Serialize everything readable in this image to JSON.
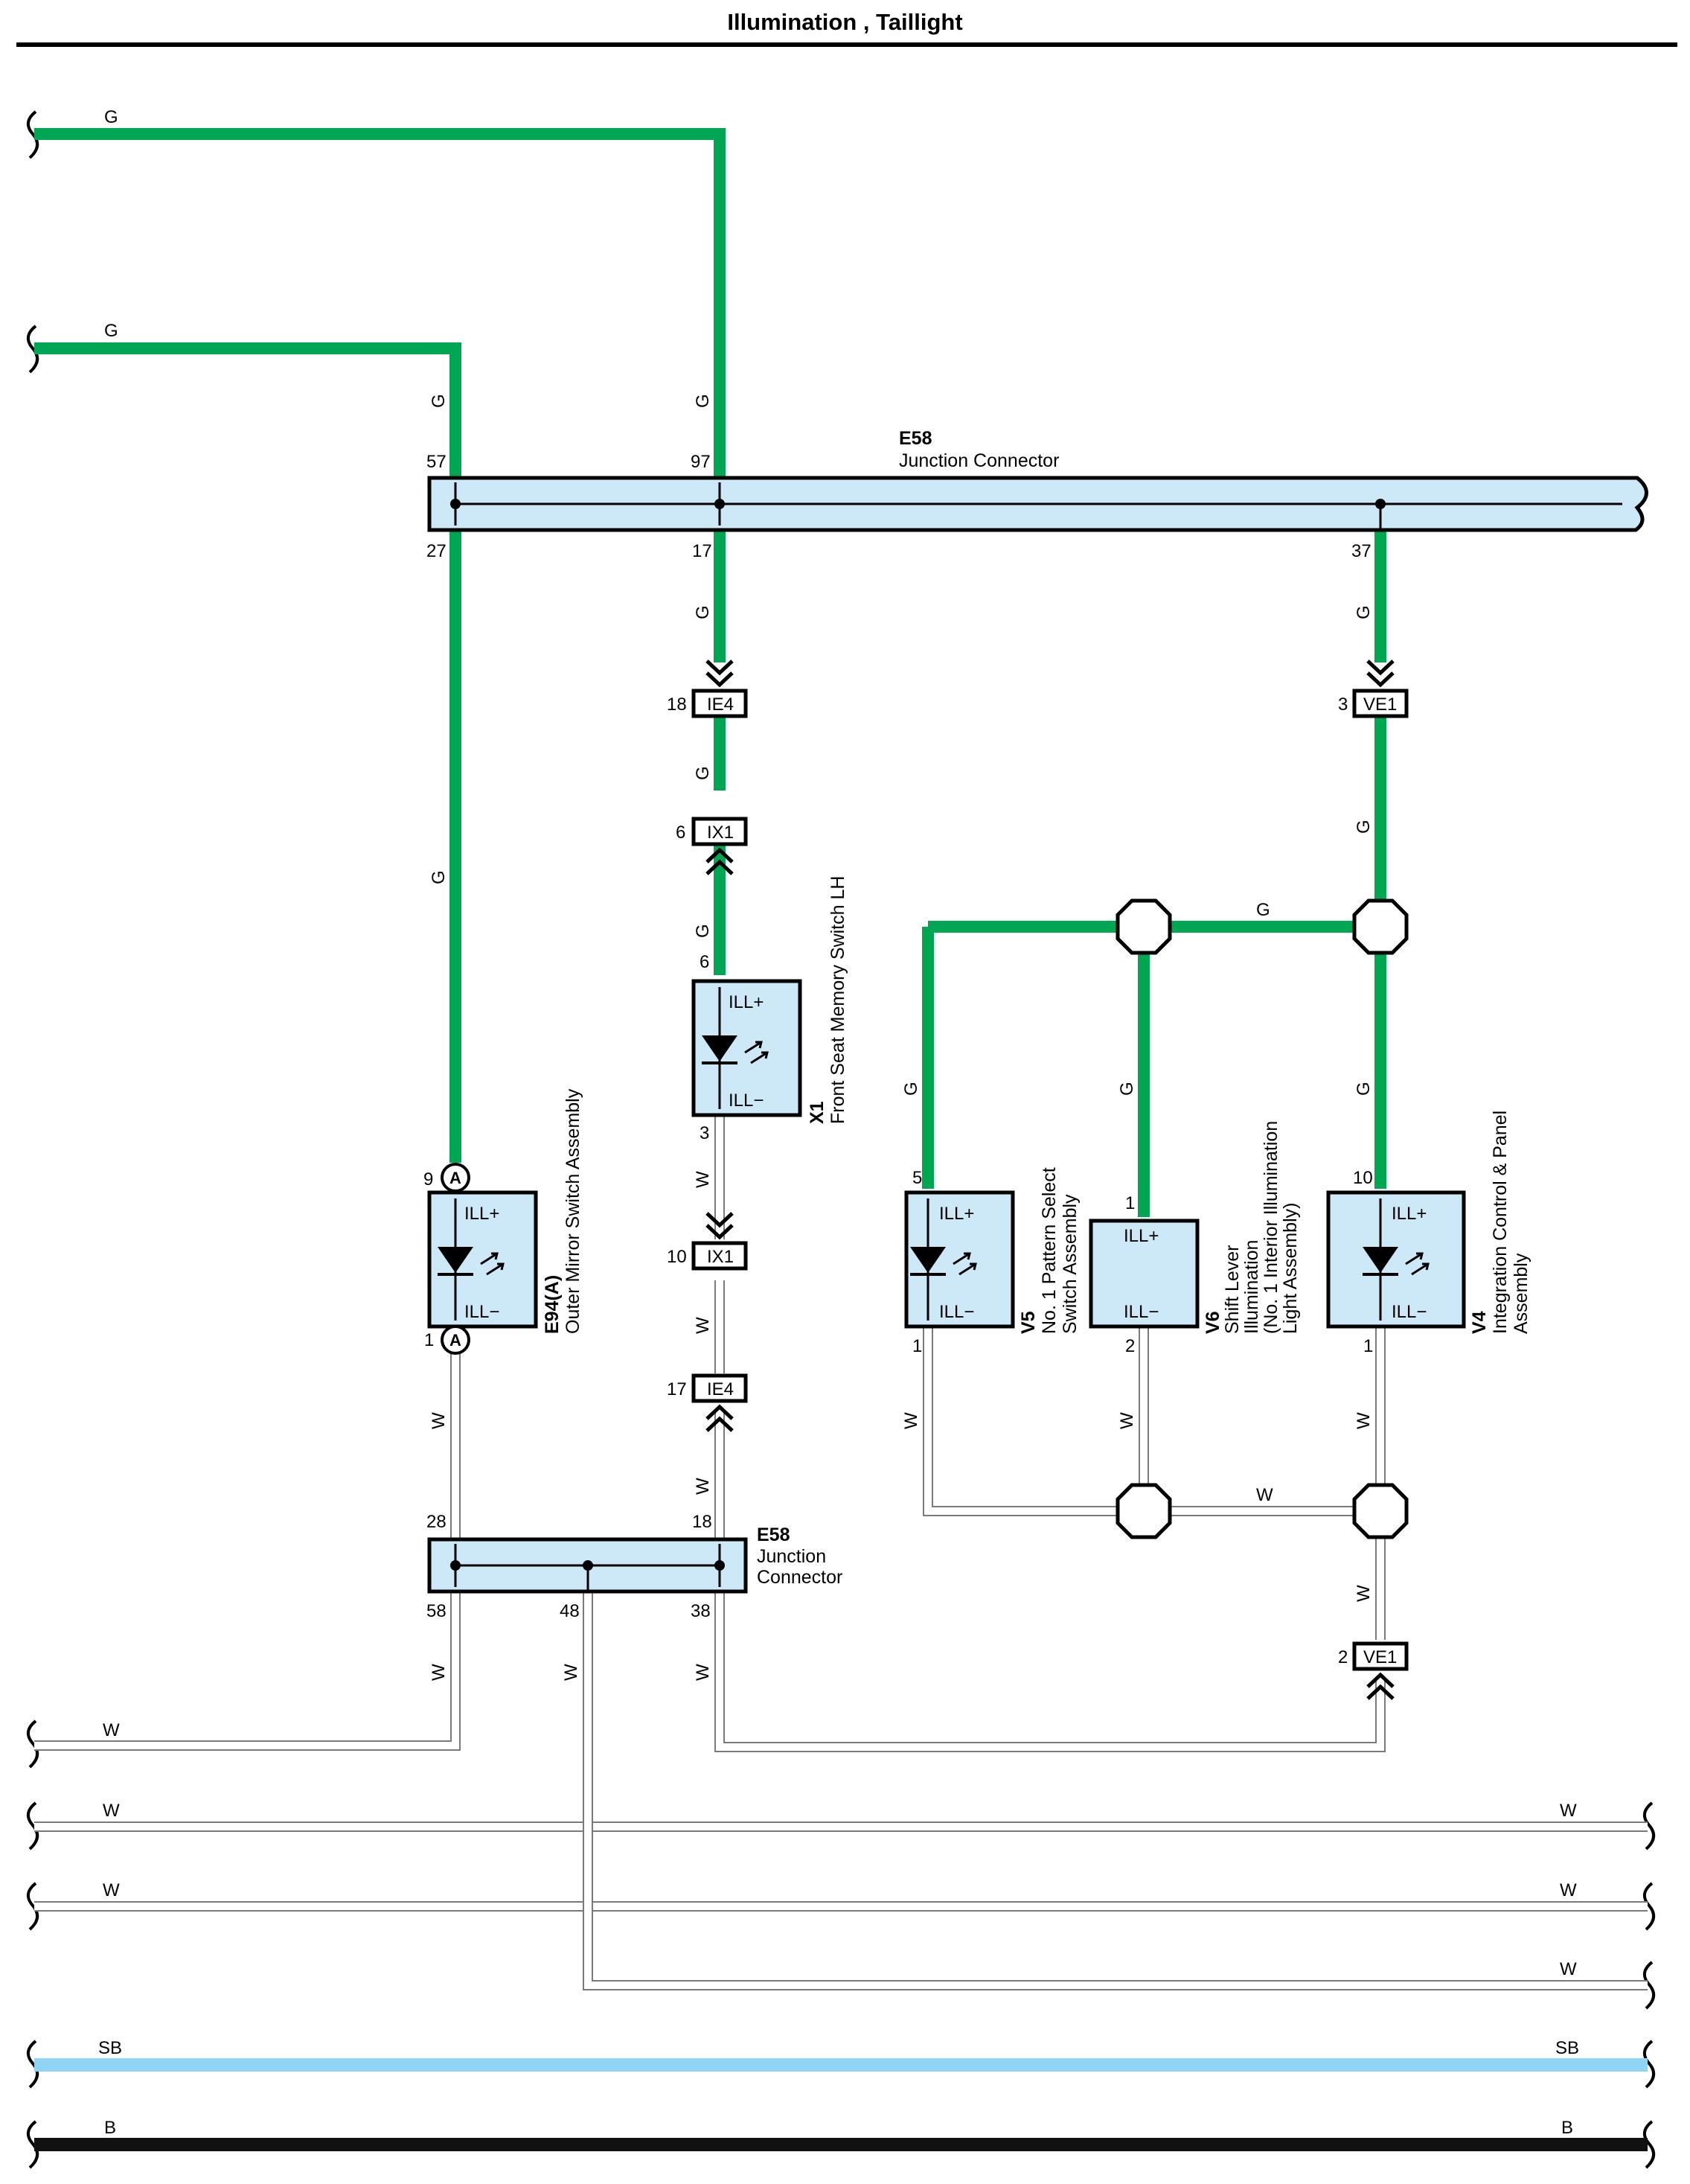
{
  "title": "Illumination , Taillight",
  "colors": {
    "green": "#00a651",
    "white_wire": "#ffffff",
    "sky_blue": "#8fd3f5",
    "black": "#111111",
    "connector_fill": "#cde9f8"
  },
  "wire_labels": {
    "G": "G",
    "W": "W",
    "SB": "SB",
    "B": "B"
  },
  "junction_top": {
    "code": "E58",
    "name": "Junction Connector",
    "pins": [
      "57",
      "97",
      "27",
      "17",
      "37"
    ]
  },
  "junction_bottom": {
    "code": "E58",
    "name_line1": "Junction",
    "name_line2": "Connector",
    "pins": [
      "28",
      "18",
      "58",
      "48",
      "38"
    ]
  },
  "inline_connectors": [
    {
      "code": "IE4",
      "pin": "18"
    },
    {
      "code": "IX1",
      "pin": "6"
    },
    {
      "code": "IX1",
      "pin": "10"
    },
    {
      "code": "IE4",
      "pin": "17"
    },
    {
      "code": "VE1",
      "pin": "3"
    },
    {
      "code": "VE1",
      "pin": "2"
    }
  ],
  "components": [
    {
      "code": "E94(A)",
      "name": "Outer Mirror Switch Assembly",
      "pin_top": "9",
      "pin_bottom": "1",
      "ill_plus": "ILL+",
      "ill_minus": "ILL−",
      "marker": "A"
    },
    {
      "code": "X1",
      "name": "Front Seat Memory Switch LH",
      "pin_top": "6",
      "pin_bottom": "3",
      "ill_plus": "ILL+",
      "ill_minus": "ILL−"
    },
    {
      "code": "V5",
      "name_line1": "No. 1 Pattern Select",
      "name_line2": "Switch Assembly",
      "pin_top": "5",
      "pin_bottom": "1",
      "ill_plus": "ILL+",
      "ill_minus": "ILL−"
    },
    {
      "code": "V6",
      "name_line1": "Shift Lever",
      "name_line2": "Illumination",
      "name_line3": "(No. 1 Interior Illumination",
      "name_line4": "Light Assembly)",
      "pin_top": "1",
      "pin_bottom": "2",
      "ill_plus": "ILL+",
      "ill_minus": "ILL−"
    },
    {
      "code": "V4",
      "name_line1": "Integration Control & Panel",
      "name_line2": "Assembly",
      "pin_top": "10",
      "pin_bottom": "1",
      "ill_plus": "ILL+",
      "ill_minus": "ILL−"
    }
  ]
}
